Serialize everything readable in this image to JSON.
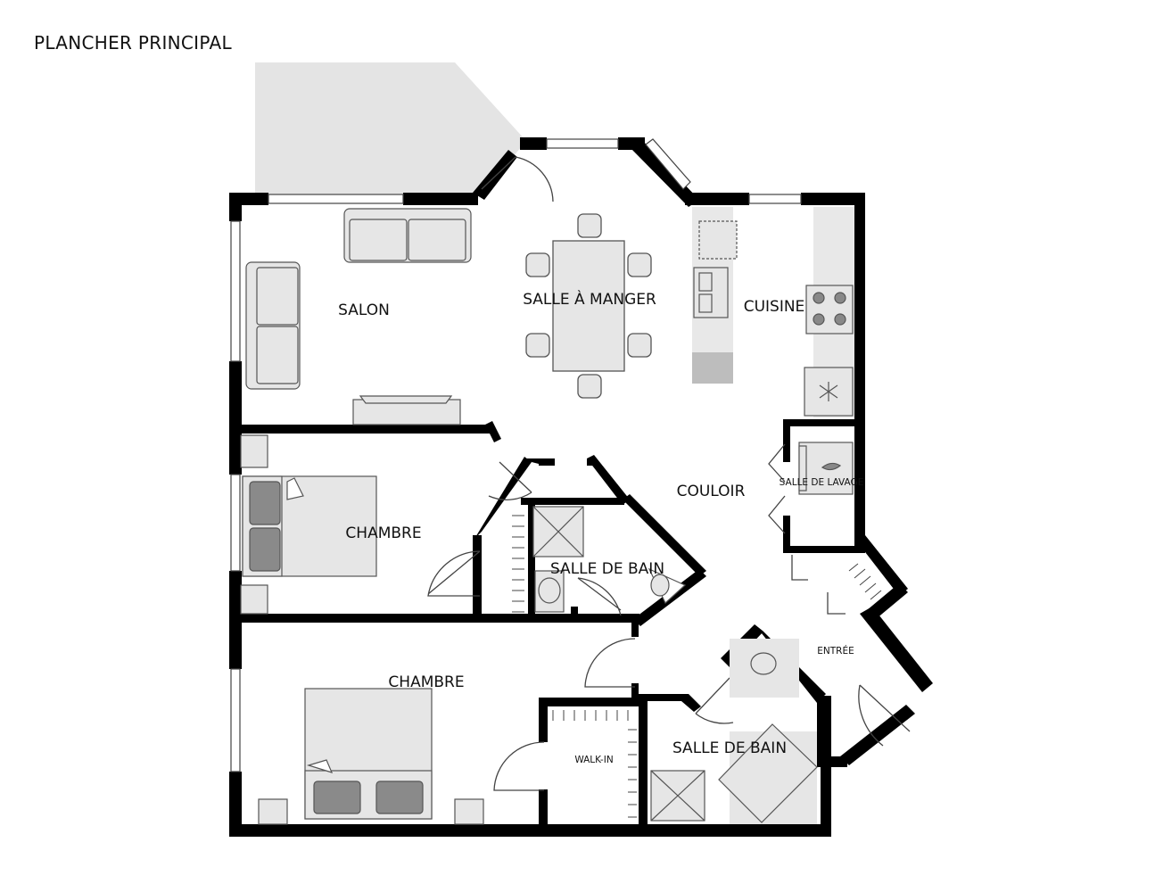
{
  "plan": {
    "title": "PLANCHER PRINCIPAL"
  },
  "rooms": {
    "salon": "SALON",
    "salle_a_manger": "SALLE À MANGER",
    "cuisine": "CUISINE",
    "couloir": "COULOIR",
    "salle_de_lavage": "SALLE DE LAVAGE",
    "chambre_1": "CHAMBRE",
    "salle_de_bain_1": "SALLE DE BAIN",
    "chambre_2": "CHAMBRE",
    "walk_in": "WALK-IN",
    "salle_de_bain_2": "SALLE DE BAIN",
    "entree": "ENTRÉE"
  },
  "colors": {
    "wall": "#000000",
    "furniture_fill": "#e6e6e6",
    "furniture_stroke": "#555555",
    "cushion_dark": "#8a8a8a",
    "balcony": "#e4e4e4"
  }
}
